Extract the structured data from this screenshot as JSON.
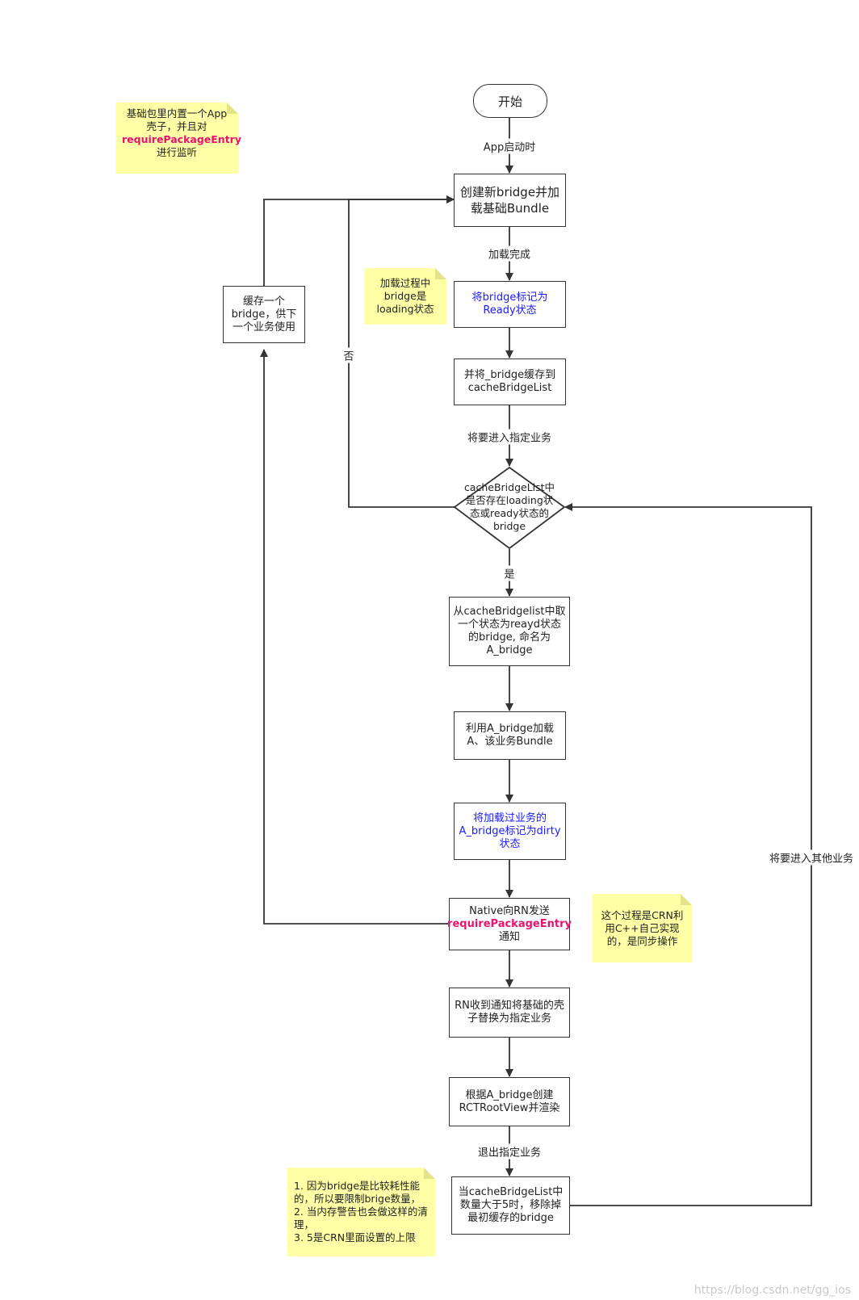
{
  "start": "开始",
  "nodes": {
    "create_bridge": "创建新bridge并加载基础Bundle",
    "mark_ready": "将bridge标记为Ready状态",
    "cache_bridge": "并将_bridge缓存到cacheBridgeList",
    "decision": "cacheBridgeList中是否存在loading状态或ready状态的bridge",
    "take_bridge": "从cacheBridgelist中取一个状态为reayd状态的bridge, 命名为A_bridge",
    "load_bundle": "利用A_bridge加载A、该业务Bundle",
    "mark_dirty": "将加载过业务的A_bridge标记为dirty状态",
    "notify_pre": "Native向RN发送",
    "notify_hl": "requirePackageEntry",
    "notify_post": "通知",
    "replace_shell": "RN收到通知将基础的壳子替换为指定业务",
    "render_root": "根据A_bridge创建RCTRootView并渲染",
    "remove_cache": "当cacheBridgeList中数量大于5时，移除掉最初缓存的bridge",
    "cache_next": "缓存一个bridge，供下一个业务使用"
  },
  "edge_labels": {
    "app_start": "App启动时",
    "load_done": "加载完成",
    "enter_business": "将要进入指定业务",
    "yes": "是",
    "no": "否",
    "exit_business": "退出指定业务",
    "enter_other": "将要进入其他业务"
  },
  "notes": {
    "n1_pre": "基础包里内置一个App壳子，并且对",
    "n1_hl": "requirePackageEntry",
    "n1_post": "进行监听",
    "n2": "加载过程中bridge是loading状态",
    "n3": "这个过程是CRN利用C++自己实现的，是同步操作",
    "n4_line1": "1. 因为bridge是比较耗性能的，所以要限制brige数量，",
    "n4_line2": "2. 当内存警告也会做这样的清理，",
    "n4_line3": "3. 5是CRN里面设置的上限"
  },
  "watermark": "https://blog.csdn.net/gg_ios",
  "colors": {
    "highlight": "#e6136f",
    "blue_text": "#1a1aff",
    "note_bg": "#ffffa6",
    "line": "#333333"
  }
}
